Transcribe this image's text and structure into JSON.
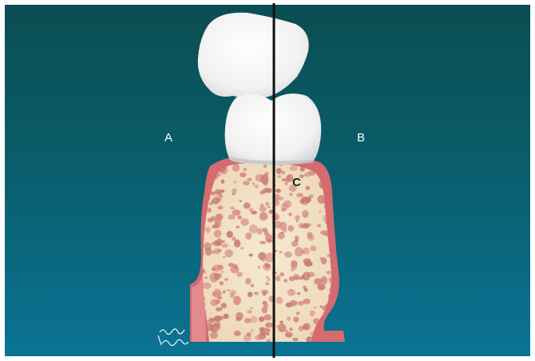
{
  "labels": {
    "a": "A",
    "b": "B",
    "c": "C"
  },
  "colors": {
    "background_top": "#0b4f55",
    "background_bottom": "#0a6e8c",
    "gingiva": "#d66a6f",
    "gingiva_light": "#f0b5ae",
    "bone": "#f2e3c6",
    "trabecula_pore": "#d98c86",
    "tooth": "#f7f7f7",
    "midline": "#111111"
  }
}
